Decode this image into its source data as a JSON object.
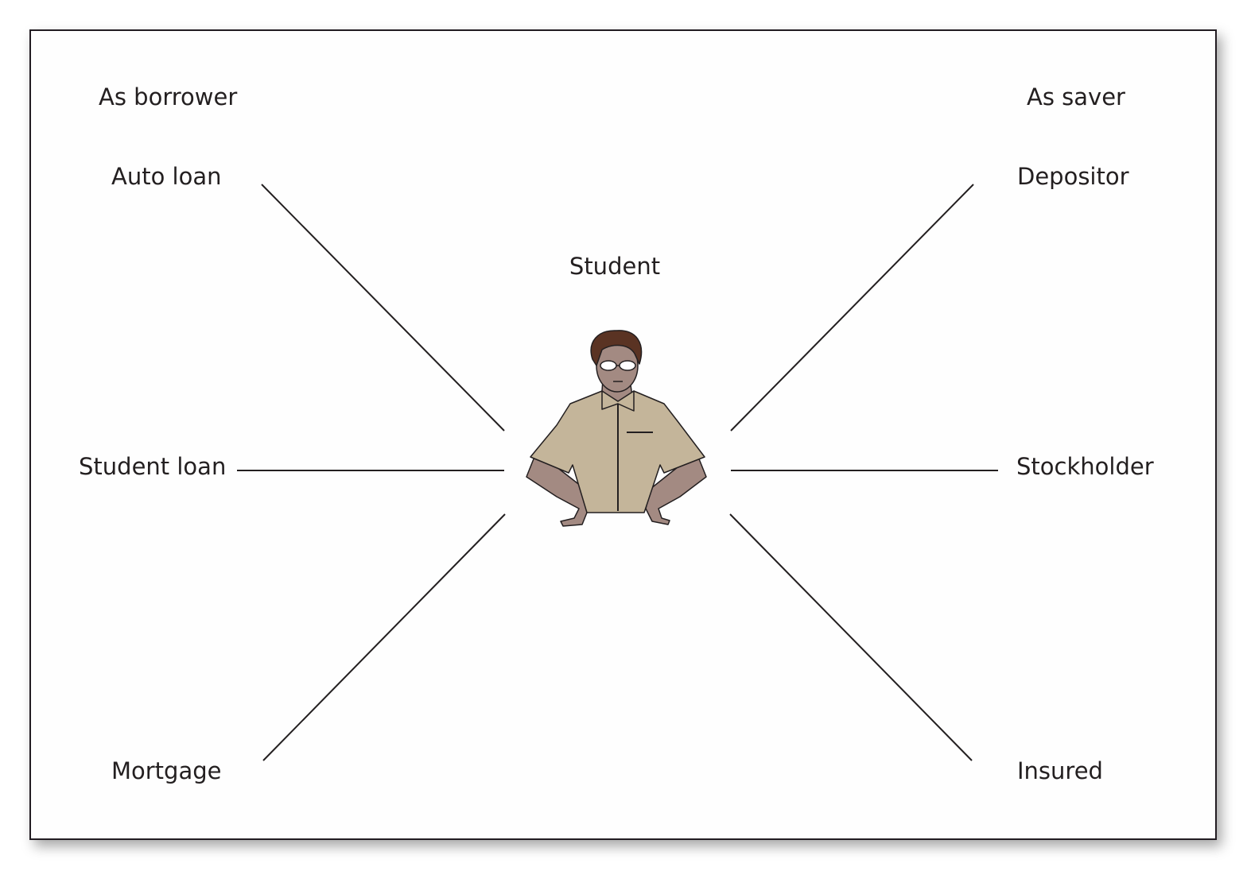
{
  "title": "Student",
  "left_heading": "As borrower",
  "right_heading": "As saver",
  "borrower_roles": [
    "Auto loan",
    "Student loan",
    "Mortgage"
  ],
  "saver_roles": [
    "Depositor",
    "Stockholder",
    "Insured"
  ],
  "colors": {
    "shirt": "#c4b59a",
    "skin": "#a38a82",
    "hair": "#5a3323",
    "line": "#231f20"
  }
}
